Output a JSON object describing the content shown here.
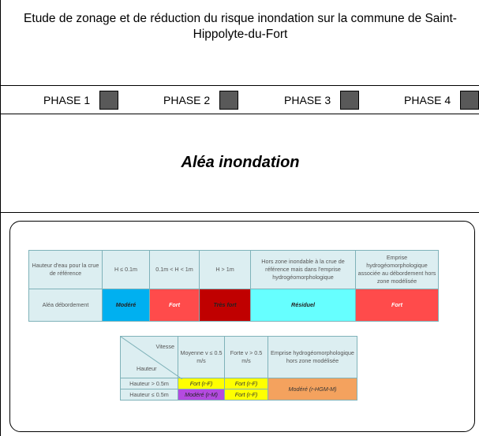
{
  "header": {
    "title_line1": "Etude de zonage et de réduction du risque inondation sur la commune de Saint-",
    "title_line2": "Hippolyte-du-Fort"
  },
  "phases": [
    {
      "label": "PHASE 1"
    },
    {
      "label": "PHASE 2"
    },
    {
      "label": "PHASE 3"
    },
    {
      "label": "PHASE 4"
    }
  ],
  "section": {
    "title": "Aléa inondation"
  },
  "table1": {
    "header": [
      "Hauteur d'eau pour la crue de référence",
      "H ≤ 0.1m",
      "0.1m < H < 1m",
      "H > 1m",
      "Hors zone inondable à la crue de référence mais dans l'emprise hydrogéomorphologique",
      "Emprise hydrogéomorphologique associée au débordement hors zone modélisée"
    ],
    "row_label": "Aléa débordement",
    "values": [
      "Modéré",
      "Fort",
      "Très fort",
      "Résiduel",
      "Fort"
    ]
  },
  "table2": {
    "corner_top": "Vitesse",
    "corner_bottom": "Hauteur",
    "col1": "Moyenne v ≤ 0.5 m/s",
    "col2": "Forte v > 0.5 m/s",
    "col3": "Emprise hydrogéomorphologique hors zone modélisée",
    "rows": [
      {
        "label": "Hauteur > 0.5m",
        "v1": "Fort (r-F)",
        "v2": "Fort (r-F)"
      },
      {
        "label": "Hauteur ≤ 0.5m",
        "v1": "Modéré (r-M)",
        "v2": "Fort (r-F)"
      }
    ],
    "merged": "Modéré (r-HGM-M)"
  },
  "colors": {
    "modere": "#00b0f0",
    "fort": "#ff4b4b",
    "tres_fort": "#c00000",
    "residuel": "#66ffff",
    "yellow": "#ffff00",
    "purple": "#b44be0",
    "orange": "#f4a25e",
    "phase_box": "#595959"
  }
}
